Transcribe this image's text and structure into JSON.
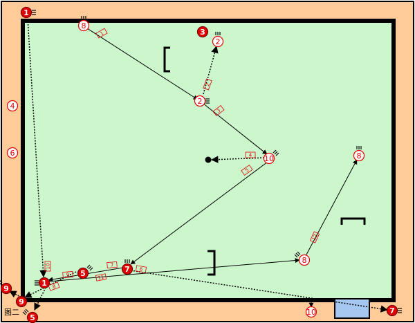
{
  "diagram": {
    "caption": "图二",
    "colors": {
      "field": "#ccf7cc",
      "border": "#ffcc99",
      "line": "#000000",
      "accent": "#e00000",
      "goal_box": "#a6c8f0"
    },
    "players": [
      {
        "id": "p1-top",
        "label": "1",
        "style": "filled"
      },
      {
        "id": "p8-top",
        "label": "8",
        "style": "outline"
      },
      {
        "id": "p3",
        "label": "3",
        "style": "filled"
      },
      {
        "id": "p2-top",
        "label": "2",
        "style": "outline"
      },
      {
        "id": "p2-mid",
        "label": "2",
        "style": "outline"
      },
      {
        "id": "p4",
        "label": "4",
        "style": "outline"
      },
      {
        "id": "p6",
        "label": "6",
        "style": "outline"
      },
      {
        "id": "p10-mid",
        "label": "10",
        "style": "outline"
      },
      {
        "id": "p8-right",
        "label": "8",
        "style": "outline"
      },
      {
        "id": "p8-low",
        "label": "8",
        "style": "outline"
      },
      {
        "id": "p7-low",
        "label": "7",
        "style": "filled"
      },
      {
        "id": "p5-low",
        "label": "5",
        "style": "filled"
      },
      {
        "id": "p1-low",
        "label": "1",
        "style": "filled"
      },
      {
        "id": "p9-left",
        "label": "9",
        "style": "filled"
      },
      {
        "id": "p9-corner",
        "label": "9",
        "style": "filled"
      },
      {
        "id": "p5-corner",
        "label": "5",
        "style": "filled"
      },
      {
        "id": "p10-bottom",
        "label": "10",
        "style": "outline"
      },
      {
        "id": "p7-bottom",
        "label": "7",
        "style": "filled"
      }
    ],
    "step_tags": [
      "1",
      "2",
      "3",
      "4",
      "5",
      "6",
      "7",
      "8",
      "9",
      "10",
      "11",
      "12",
      "13"
    ]
  }
}
